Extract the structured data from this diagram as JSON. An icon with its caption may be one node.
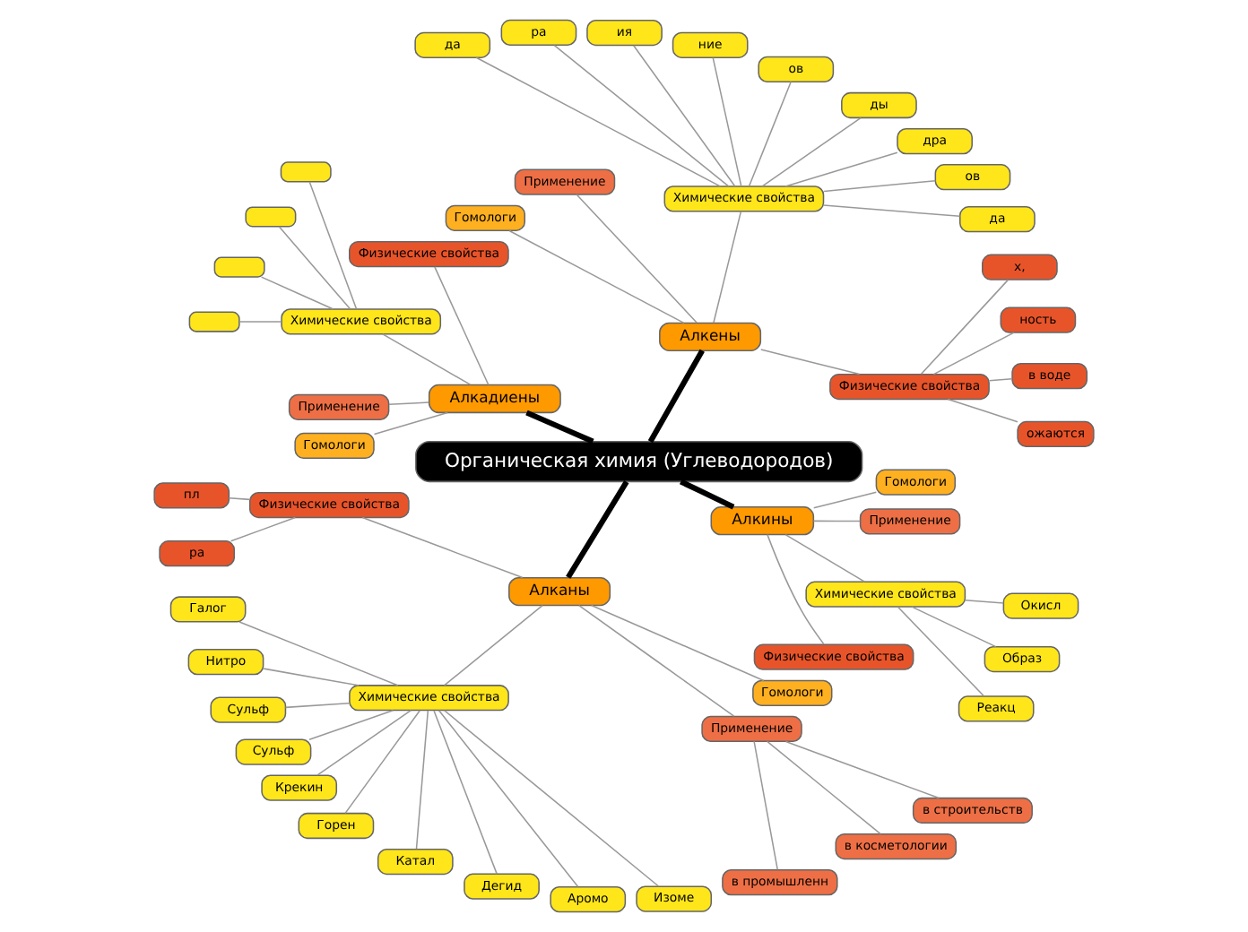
{
  "diagram": {
    "nodes": [
      {
        "text": [
          "Органическая химия (Углеводородов)"
        ]
      },
      {
        "text": [
          "Алкены"
        ]
      },
      {
        "text": [
          "Физические свойства"
        ]
      },
      {
        "text": [
          "ожаются"
        ]
      },
      {
        "text": [
          "в воде"
        ]
      },
      {
        "text": [
          "ность"
        ]
      },
      {
        "text": [
          "х,"
        ]
      },
      {
        "text": [
          "Химические свойства"
        ]
      },
      {
        "text": [
          "да"
        ]
      },
      {
        "text": [
          "ов"
        ]
      },
      {
        "text": [
          "дра"
        ]
      },
      {
        "text": [
          "ды"
        ]
      },
      {
        "text": [
          "ов"
        ]
      },
      {
        "text": [
          "ние"
        ]
      },
      {
        "text": [
          "ия"
        ]
      },
      {
        "text": [
          "ра"
        ]
      },
      {
        "text": [
          "да"
        ]
      },
      {
        "text": [
          "Применение"
        ]
      },
      {
        "text": [
          "Гомологи"
        ]
      },
      {
        "text": [
          "Алкадиены"
        ]
      },
      {
        "text": [
          "Физические свойства"
        ]
      },
      {
        "text": [
          "Химические свойства"
        ]
      },
      {
        "text": [],
        "shape": "box"
      },
      {
        "text": [],
        "shape": "box"
      },
      {
        "text": [],
        "shape": "box"
      },
      {
        "text": [],
        "shape": "box"
      },
      {
        "text": [
          "Применение"
        ]
      },
      {
        "text": [
          "Гомологи"
        ]
      },
      {
        "text": [
          "Алканы"
        ]
      },
      {
        "text": [
          "Физические свойства"
        ]
      },
      {
        "text": [
          "пл"
        ]
      },
      {
        "text": [
          "ра"
        ]
      },
      {
        "text": [
          "Химические свойства"
        ]
      },
      {
        "text": [
          "Галог"
        ]
      },
      {
        "text": [
          "Нитро"
        ]
      },
      {
        "text": [
          "Сульф"
        ]
      },
      {
        "text": [
          "Сульф"
        ]
      },
      {
        "text": [
          "Крекин"
        ]
      },
      {
        "text": [
          "Горен"
        ]
      },
      {
        "text": [
          "Катал"
        ]
      },
      {
        "text": [
          "Дегид"
        ]
      },
      {
        "text": [
          "Аромо"
        ]
      },
      {
        "text": [
          "Изоме"
        ]
      },
      {
        "text": [
          "Применение"
        ]
      },
      {
        "text": [
          "в промышленн"
        ]
      },
      {
        "text": [
          "в косметологии"
        ]
      },
      {
        "text": [
          "в строительств"
        ]
      },
      {
        "text": [
          "Гомологи"
        ]
      },
      {
        "text": [
          "Алкины"
        ]
      },
      {
        "text": [
          "Физические свойства"
        ]
      },
      {
        "text": [
          "Химические свойства"
        ]
      },
      {
        "text": [
          "Реакц"
        ]
      },
      {
        "text": [
          "Образ"
        ]
      },
      {
        "text": [
          "Окисл"
        ]
      },
      {
        "text": [
          "Применение"
        ]
      },
      {
        "text": [
          "Гомологи"
        ]
      }
    ],
    "edges": [
      {
        "from": 0,
        "to": 1,
        "arrow": "none",
        "style": "thick",
        "color": "#000000"
      },
      {
        "from": 1,
        "to": 2,
        "arrow": "none"
      },
      {
        "from": 2,
        "to": 3,
        "arrow": "none"
      },
      {
        "from": 2,
        "to": 4,
        "arrow": "none"
      },
      {
        "from": 2,
        "to": 5,
        "arrow": "none"
      },
      {
        "from": 2,
        "to": 6,
        "arrow": "none"
      },
      {
        "from": 1,
        "to": 7,
        "arrow": "none"
      },
      {
        "from": 7,
        "to": 8,
        "arrow": "none"
      },
      {
        "from": 7,
        "to": 9,
        "arrow": "none"
      },
      {
        "from": 7,
        "to": 10,
        "arrow": "none"
      },
      {
        "from": 7,
        "to": 11,
        "arrow": "none"
      },
      {
        "from": 7,
        "to": 12,
        "arrow": "none"
      },
      {
        "from": 7,
        "to": 13,
        "arrow": "none"
      },
      {
        "from": 7,
        "to": 14,
        "arrow": "none"
      },
      {
        "from": 7,
        "to": 15,
        "arrow": "none"
      },
      {
        "from": 7,
        "to": 16,
        "arrow": "none"
      },
      {
        "from": 1,
        "to": 17,
        "arrow": "none"
      },
      {
        "from": 1,
        "to": 18,
        "arrow": "none"
      },
      {
        "from": 0,
        "to": 19,
        "arrow": "none",
        "style": "thick",
        "color": "#000000"
      },
      {
        "from": 19,
        "to": 20,
        "arrow": "none"
      },
      {
        "from": 19,
        "to": 21,
        "arrow": "none"
      },
      {
        "from": 21,
        "to": 22,
        "arrow": "none"
      },
      {
        "from": 21,
        "to": 23,
        "arrow": "none"
      },
      {
        "from": 21,
        "to": 24,
        "arrow": "none"
      },
      {
        "from": 21,
        "to": 25,
        "arrow": "none"
      },
      {
        "from": 19,
        "to": 26,
        "arrow": "none"
      },
      {
        "from": 19,
        "to": 27,
        "arrow": "none"
      },
      {
        "from": 0,
        "to": 28,
        "arrow": "none",
        "style": "thick",
        "color": "#000000"
      },
      {
        "from": 28,
        "to": 29,
        "arrow": "none"
      },
      {
        "from": 29,
        "to": 30,
        "arrow": "none"
      },
      {
        "from": 29,
        "to": 31,
        "arrow": "none"
      },
      {
        "from": 28,
        "to": 32,
        "arrow": "none"
      },
      {
        "from": 32,
        "to": 33,
        "arrow": "none"
      },
      {
        "from": 32,
        "to": 34,
        "arrow": "none"
      },
      {
        "from": 32,
        "to": 35,
        "arrow": "none"
      },
      {
        "from": 32,
        "to": 36,
        "arrow": "none"
      },
      {
        "from": 32,
        "to": 37,
        "arrow": "none"
      },
      {
        "from": 32,
        "to": 38,
        "arrow": "none"
      },
      {
        "from": 32,
        "to": 39,
        "arrow": "none"
      },
      {
        "from": 32,
        "to": 40,
        "arrow": "none"
      },
      {
        "from": 32,
        "to": 41,
        "arrow": "none"
      },
      {
        "from": 32,
        "to": 42,
        "arrow": "none"
      },
      {
        "from": 28,
        "to": 43,
        "arrow": "none"
      },
      {
        "from": 43,
        "to": 44,
        "arrow": "none"
      },
      {
        "from": 43,
        "to": 45,
        "arrow": "none"
      },
      {
        "from": 43,
        "to": 46,
        "arrow": "none"
      },
      {
        "from": 28,
        "to": 47,
        "arrow": "none"
      },
      {
        "from": 0,
        "to": 48,
        "arrow": "none",
        "style": "thick",
        "color": "#000000"
      },
      {
        "from": 48,
        "to": 49,
        "arrow": "none"
      },
      {
        "from": 48,
        "to": 50,
        "arrow": "none"
      },
      {
        "from": 50,
        "to": 51,
        "arrow": "none"
      },
      {
        "from": 50,
        "to": 52,
        "arrow": "none"
      },
      {
        "from": 50,
        "to": 53,
        "arrow": "none"
      },
      {
        "from": 48,
        "to": 54,
        "arrow": "none"
      },
      {
        "from": 48,
        "to": 55,
        "arrow": "none"
      }
    ]
  }
}
